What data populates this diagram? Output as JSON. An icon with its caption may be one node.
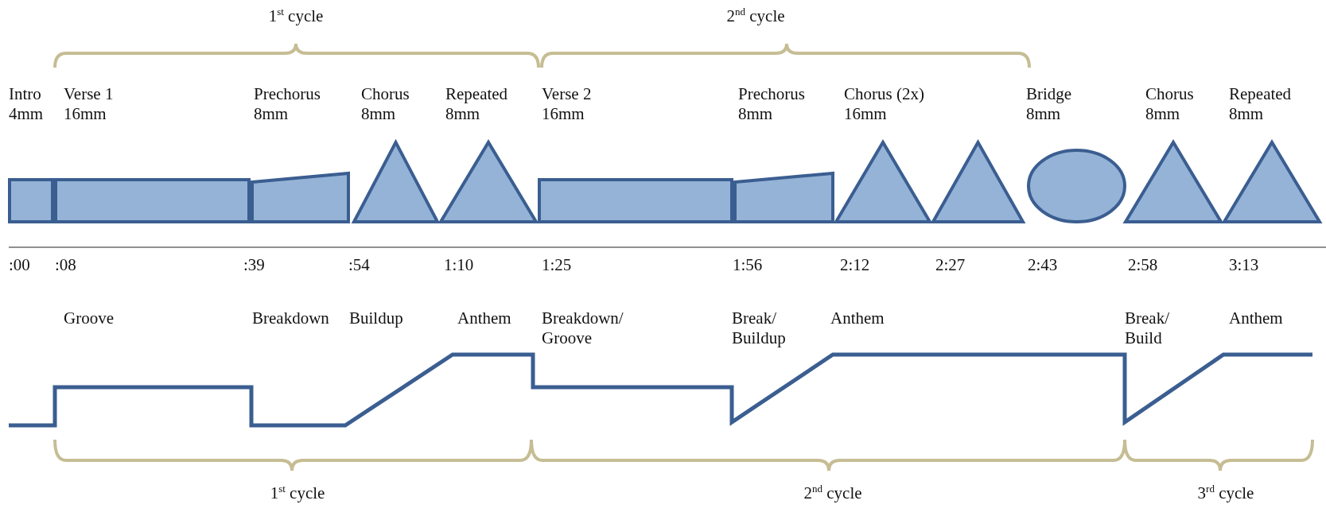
{
  "diagram": {
    "nodes": [
      {
        "text": [],
        "shape": "box"
      },
      {
        "text": [],
        "shape": "box"
      },
      {
        "text": [],
        "shape": "trapezoid"
      },
      {
        "text": [],
        "shape": "triangle"
      },
      {
        "text": [],
        "shape": "triangle"
      },
      {
        "text": [],
        "shape": "box"
      },
      {
        "text": [],
        "shape": "trapezoid"
      },
      {
        "text": [],
        "shape": "triangle"
      },
      {
        "text": [],
        "shape": "triangle"
      },
      {
        "text": [],
        "shape": "ellipse"
      },
      {
        "text": [],
        "shape": "triangle"
      },
      {
        "text": [],
        "shape": "triangle"
      }
    ],
    "edges": [],
    "labels": [
      "1$^{st}$ cycle",
      "2$^{nd}$ cycle",
      "Intro",
      "Verse 1",
      "Prechorus",
      "Chorus",
      "Repeated",
      "Verse 2",
      "Prechorus",
      "Chorus (2x)",
      "Bridge",
      "Chorus",
      "Repeated",
      "4mm",
      "16mm",
      "8mm",
      "8mm",
      "8mm",
      "16mm",
      "8mm",
      "16mm",
      "8mm",
      "8mm",
      "8mm",
      ":00",
      ":08",
      ":39",
      ":54",
      "1:10",
      "1:25",
      "1:56",
      "2:12",
      "2:27",
      "2:43",
      "2:58",
      "3:13",
      "Groove",
      "Breakdown",
      "Buildup",
      "Anthem",
      "Breakdown/ Groove",
      "Break/ Buildup",
      "Anthem",
      "Break/ Build",
      "Anthem",
      "1$^{st}$ cycle",
      "2$^{nd}$ cycle",
      "3$^{rd}$ cycle"
    ]
  }
}
